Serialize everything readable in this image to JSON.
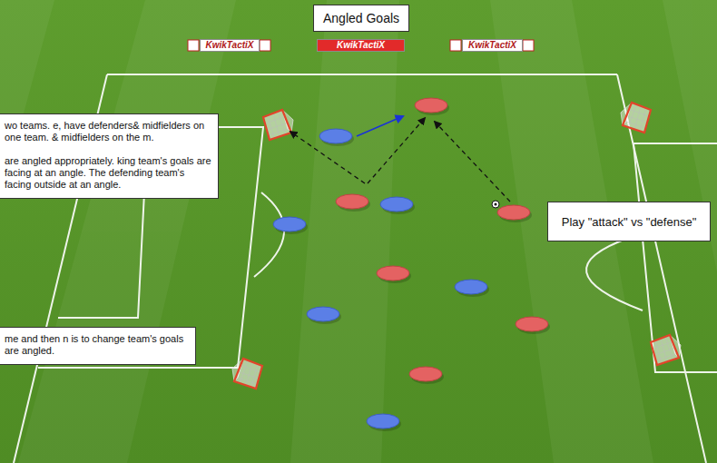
{
  "diagram": {
    "title": "Angled Goals",
    "nodes": [
      {
        "text": [
          "wo teams. e, have defenders& midfielders on one team. & midfielders on the m.",
          "are angled appropriately. king team's goals are facing at an angle. The defending team's facing outside at an angle."
        ]
      },
      {
        "text": [
          "Play \"attack\" vs \"defense\""
        ]
      },
      {
        "text": [
          "me and then n is to change team's goals are angled."
        ]
      }
    ],
    "labels": [
      "KwikTactiX",
      "KwikTactiX",
      "KwikTactiX"
    ]
  }
}
